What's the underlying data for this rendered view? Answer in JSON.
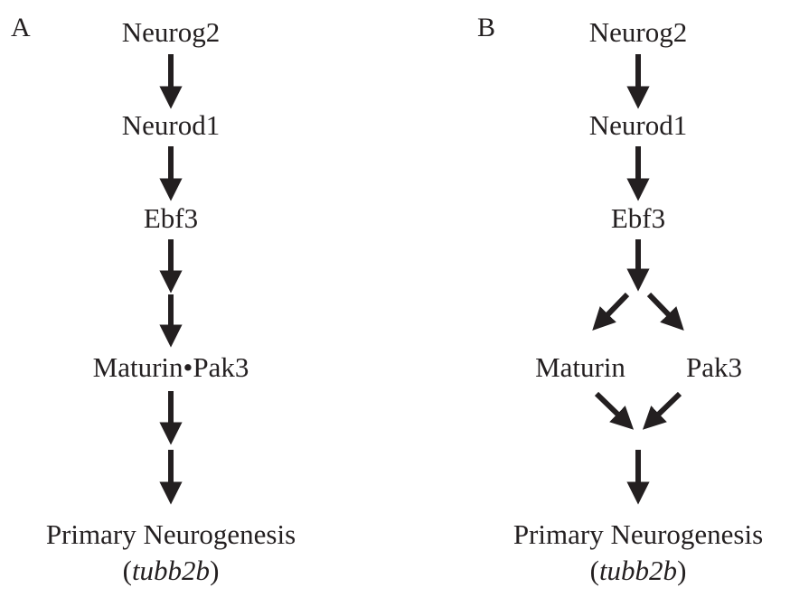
{
  "panel_a": {
    "letter": "A",
    "nodes": [
      "Neurog2",
      "Neurod1",
      "Ebf3",
      "Maturin•Pak3"
    ],
    "outcome": {
      "title": "Primary Neurogenesis",
      "open": "(",
      "gene": "tubb2b",
      "close": ")"
    }
  },
  "panel_b": {
    "letter": "B",
    "nodes": [
      "Neurog2",
      "Neurod1",
      "Ebf3"
    ],
    "branch_left": "Maturin",
    "branch_right": "Pak3",
    "outcome": {
      "title": "Primary Neurogenesis",
      "open": "(",
      "gene": "tubb2b",
      "close": ")"
    }
  },
  "colors": {
    "ink": "#231f20"
  }
}
